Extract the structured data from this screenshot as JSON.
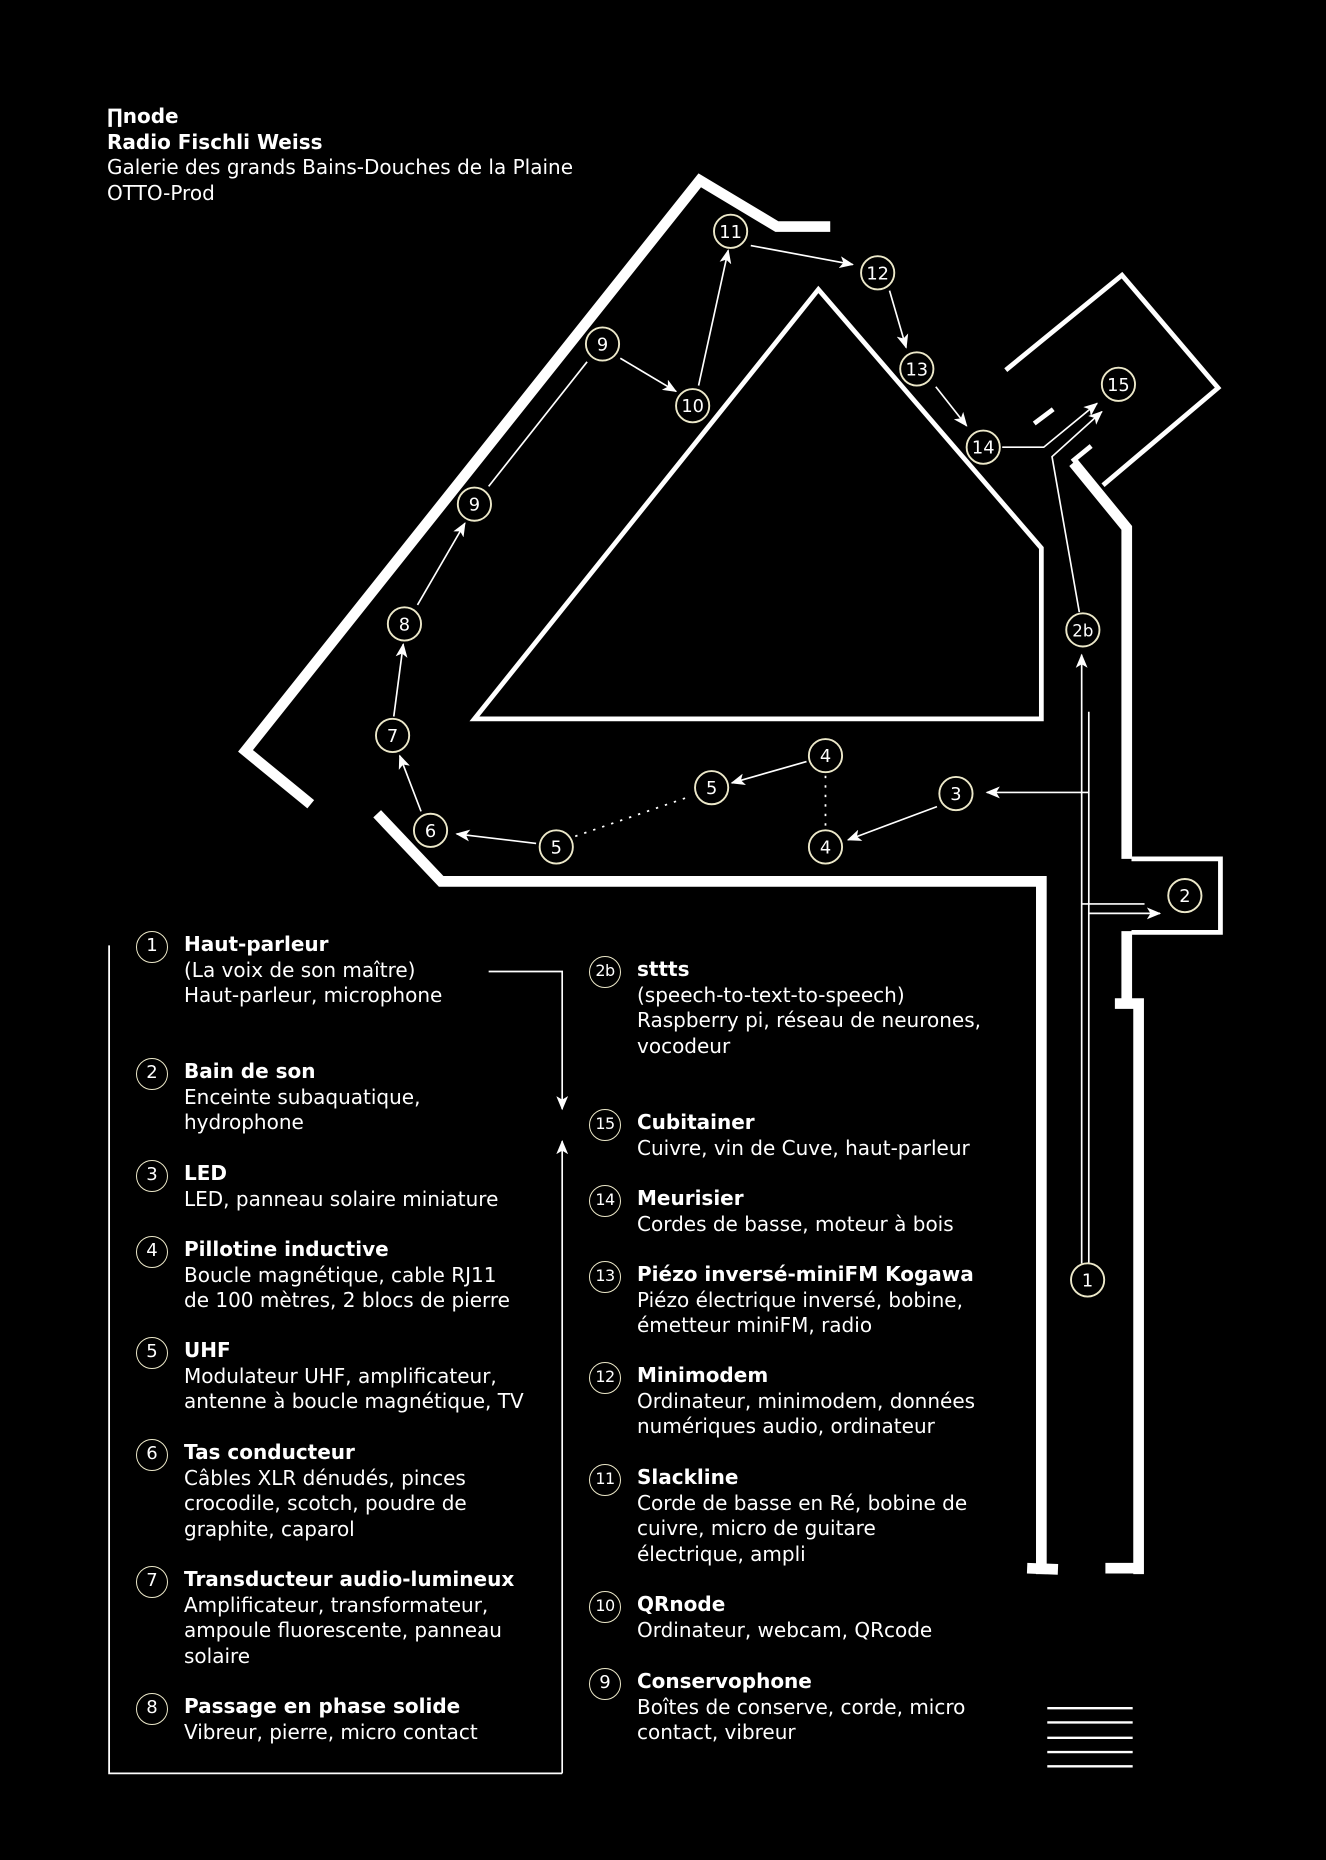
{
  "header": {
    "line1": "∏node",
    "line2": "Radio Fischli Weiss",
    "line3": "Galerie des grands Bains-Douches de la Plaine",
    "line4": "OTTO-Prod"
  },
  "colors": {
    "background": "#000000",
    "walls": "#ffffff",
    "marker_stroke": "#ece8c9",
    "text": "#ffffff"
  },
  "map_markers": [
    {
      "id": "1",
      "label": "1"
    },
    {
      "id": "2",
      "label": "2"
    },
    {
      "id": "2b",
      "label": "2b"
    },
    {
      "id": "3",
      "label": "3"
    },
    {
      "id": "4a",
      "label": "4"
    },
    {
      "id": "4b",
      "label": "4"
    },
    {
      "id": "5a",
      "label": "5"
    },
    {
      "id": "5b",
      "label": "5"
    },
    {
      "id": "6",
      "label": "6"
    },
    {
      "id": "7",
      "label": "7"
    },
    {
      "id": "8",
      "label": "8"
    },
    {
      "id": "9a",
      "label": "9"
    },
    {
      "id": "9b",
      "label": "9"
    },
    {
      "id": "10",
      "label": "10"
    },
    {
      "id": "11",
      "label": "11"
    },
    {
      "id": "12",
      "label": "12"
    },
    {
      "id": "13",
      "label": "13"
    },
    {
      "id": "14",
      "label": "14"
    },
    {
      "id": "15",
      "label": "15"
    }
  ],
  "legend": {
    "left": [
      {
        "num": "1",
        "title": "Haut-parleur",
        "lines": [
          "(La voix de son maître)",
          "Haut-parleur, microphone"
        ]
      },
      {
        "num": "2",
        "title": "Bain de son",
        "lines": [
          "Enceinte subaquatique,",
          "hydrophone"
        ]
      },
      {
        "num": "3",
        "title": "LED",
        "lines": [
          "LED, panneau solaire miniature"
        ]
      },
      {
        "num": "4",
        "title": "Pillotine inductive",
        "lines": [
          "Boucle magnétique, cable RJ11",
          "de 100 mètres, 2 blocs de pierre"
        ]
      },
      {
        "num": "5",
        "title": "UHF",
        "lines": [
          "Modulateur UHF, amplificateur,",
          "antenne à boucle magnétique, TV"
        ]
      },
      {
        "num": "6",
        "title": "Tas conducteur",
        "lines": [
          "Câbles XLR dénudés, pinces",
          "crocodile, scotch, poudre de",
          "graphite, caparol"
        ]
      },
      {
        "num": "7",
        "title": "Transducteur audio-lumineux",
        "lines": [
          "Amplificateur, transformateur,",
          "ampoule fluorescente, panneau",
          "solaire"
        ]
      },
      {
        "num": "8",
        "title": "Passage en phase solide",
        "lines": [
          "Vibreur, pierre, micro contact"
        ]
      }
    ],
    "right": [
      {
        "num": "2b",
        "title": "sttts",
        "lines": [
          "(speech-to-text-to-speech)",
          "Raspberry pi, réseau de neurones,",
          "vocodeur"
        ]
      },
      {
        "num": "15",
        "title": "Cubitainer",
        "lines": [
          "Cuivre, vin de Cuve, haut-parleur"
        ]
      },
      {
        "num": "14",
        "title": "Meurisier",
        "lines": [
          "Cordes de basse, moteur à bois"
        ]
      },
      {
        "num": "13",
        "title": "Piézo inversé-miniFM Kogawa",
        "lines": [
          "Piézo électrique inversé, bobine,",
          "émetteur miniFM, radio"
        ]
      },
      {
        "num": "12",
        "title": "Minimodem",
        "lines": [
          "Ordinateur, minimodem, données",
          "numériques audio, ordinateur"
        ]
      },
      {
        "num": "11",
        "title": "Slackline",
        "lines": [
          "Corde de basse en Ré, bobine de",
          "cuivre, micro de guitare",
          "électrique, ampli"
        ]
      },
      {
        "num": "10",
        "title": "QRnode",
        "lines": [
          "Ordinateur, webcam, QRcode"
        ]
      },
      {
        "num": "9",
        "title": "Conservophone",
        "lines": [
          "Boîtes de conserve, corde, micro",
          "contact, vibreur"
        ]
      }
    ]
  }
}
